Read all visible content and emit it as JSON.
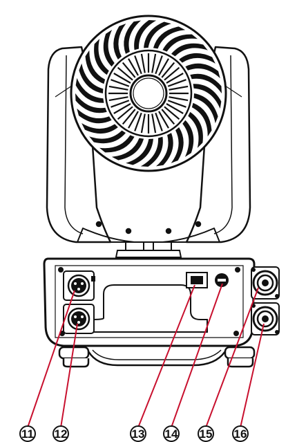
{
  "diagram": {
    "callouts": [
      {
        "id": "11",
        "label": "11"
      },
      {
        "id": "12",
        "label": "12"
      },
      {
        "id": "13",
        "label": "13"
      },
      {
        "id": "14",
        "label": "14"
      },
      {
        "id": "15",
        "label": "15"
      },
      {
        "id": "16",
        "label": "16"
      }
    ],
    "colors": {
      "outline": "#111111",
      "leader_line": "#c8102e",
      "background": "#ffffff"
    },
    "icons": [
      "moving-head-fixture",
      "cooling-fan",
      "xlr-connector",
      "power-switch",
      "fuse-holder",
      "power-connector"
    ]
  }
}
